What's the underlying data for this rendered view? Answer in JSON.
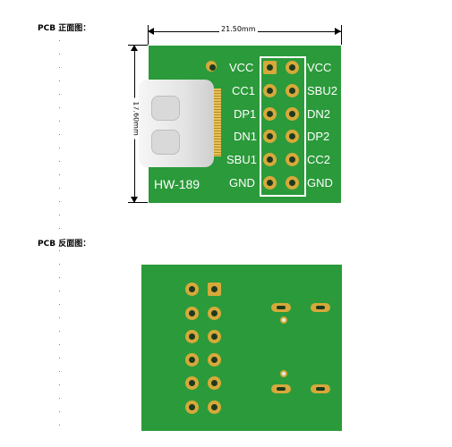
{
  "front_heading": "PCB 正面图：",
  "back_heading": "PCB 反面图：",
  "dimensions": {
    "width": "21.50mm",
    "height": "17.60mm"
  },
  "board_label": "HW-189",
  "pins_left": [
    "VCC",
    "CC1",
    "DP1",
    "DN1",
    "SBU1",
    "GND"
  ],
  "pins_right": [
    "VCC",
    "SBU2",
    "DN2",
    "DP2",
    "CC2",
    "GND"
  ],
  "colors": {
    "pcb": "#2b9a3a",
    "pad": "#d7a93a",
    "silkscreen": "#ffffff"
  }
}
